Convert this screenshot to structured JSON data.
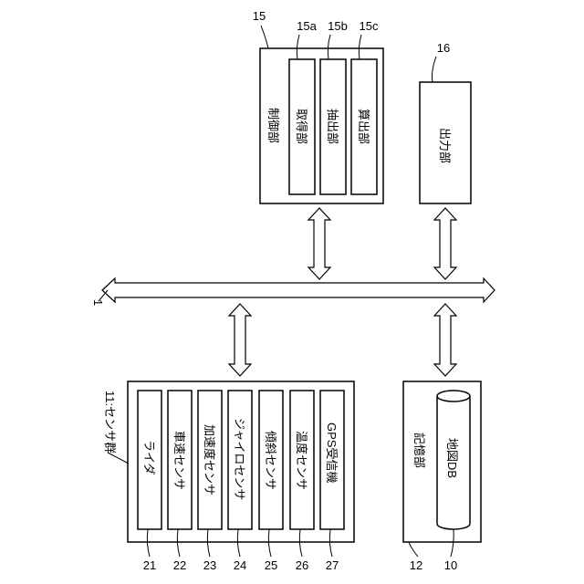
{
  "refs": {
    "bus": "1",
    "sensor_group": "11:センサ群",
    "storage": "12",
    "controller": "15",
    "acquire": "15a",
    "extract": "15b",
    "calc": "15c",
    "output": "16",
    "map_db": "10",
    "lidar": "21",
    "speed": "22",
    "accel": "23",
    "gyro": "24",
    "tilt": "25",
    "temp": "26",
    "gps": "27"
  },
  "labels": {
    "controller": "制御部",
    "acquire": "取得部",
    "extract": "抽出部",
    "calc": "算出部",
    "output": "出力部",
    "storage": "記憶部",
    "map_db": "地図DB",
    "lidar": "ライダ",
    "speed": "車速センサ",
    "accel": "加速度センサ",
    "gyro": "ジャイロセンサ",
    "tilt": "傾斜センサ",
    "temp": "温度センサ",
    "gps": "GPS受信機"
  }
}
